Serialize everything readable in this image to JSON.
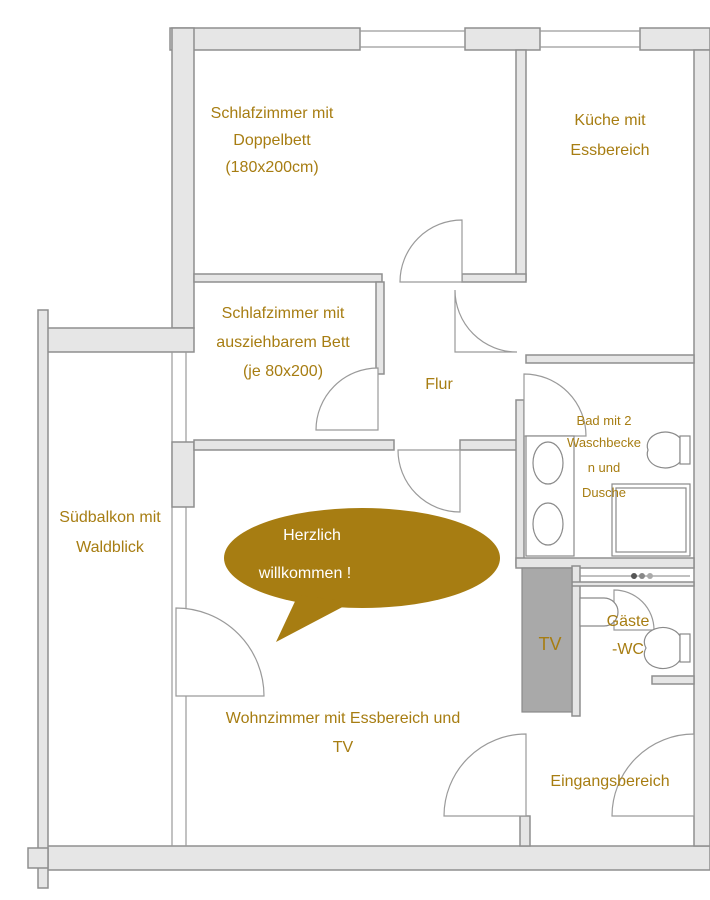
{
  "rooms": {
    "bedroom_double": [
      "Schlafzimmer mit",
      "Doppelbett",
      "(180x200cm)"
    ],
    "kitchen": [
      "Küche mit",
      "Essbereich"
    ],
    "bedroom_pullout": [
      "Schlafzimmer mit",
      "ausziehbarem Bett",
      "(je 80x200)"
    ],
    "hallway": [
      "Flur"
    ],
    "bathroom": [
      "Bad mit 2",
      "Waschbecke",
      "n und",
      "Dusche"
    ],
    "balcony": [
      "Südbalkon mit",
      "Waldblick"
    ],
    "guest_wc": [
      "Gäste",
      "-WC"
    ],
    "tv": [
      "TV"
    ],
    "living_room": [
      "Wohnzimmer mit Essbereich und",
      "TV"
    ],
    "entrance": [
      "Eingangsbereich"
    ]
  },
  "speech_bubble": [
    "Herzlich",
    "willkommen !"
  ],
  "colors": {
    "label": "#a77d12",
    "bubble": "#a77d12",
    "wall": "#e6e6e6",
    "tv_unit": "#a9a9a9"
  }
}
